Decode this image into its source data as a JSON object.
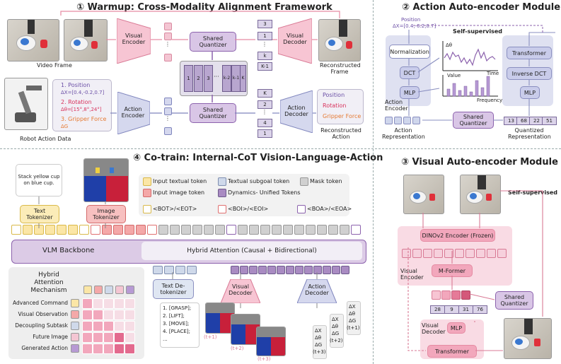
{
  "panel1": {
    "title": "① Warmup: Cross-Modality Alignment Framework",
    "video_frame": "Video Frame",
    "visual_encoder": "Visual Encoder",
    "shared_quantizer_top": "Shared Quantizer",
    "visual_decoder": "Visual Decoder",
    "reconstructed_frame": "Reconstructed Frame",
    "codes_top": [
      "3",
      "1",
      "k",
      "K-1"
    ],
    "codebook": [
      "1",
      "2",
      "3",
      "k-2",
      "k-1",
      "K"
    ],
    "robot_action_data": "Robot Action Data",
    "position_label": "1. Position",
    "position_value": "ΔX=[0.4,-0.2,0.7]",
    "rotation_label": "2. Rotation",
    "rotation_value": "Δθ=[15°,8°,24°]",
    "gripper_label": "3. Gripper Force",
    "gripper_value": "ΔG",
    "action_encoder": "Action Encoder",
    "shared_quantizer_bottom": "Shared Quantizer",
    "codes_bottom": [
      "K",
      "2",
      "4",
      "1"
    ],
    "action_decoder": "Action Decoder",
    "out_position": "Position",
    "out_rotation": "Rotation",
    "out_gripper": "Gripper Force",
    "reconstructed_action": "Reconstructed Action"
  },
  "panel2": {
    "title": "② Action Auto-encoder Module",
    "position": "Position",
    "position_value": "ΔX=[0.4,-0.2,0.7]",
    "self_supervised": "Self-supervised",
    "normalization": "Normalization",
    "dct": "DCT",
    "mlp_left": "MLP",
    "action_encoder": "Action Encoder",
    "plot1_y": "Δθ",
    "plot1_x": "Time",
    "plot2_y": "Value",
    "plot2_x": "Frequency",
    "transformer": "Transformer",
    "inverse_dct": "Inverse DCT",
    "mlp_right": "MLP",
    "shared_quantizer": "Shared Quantizer",
    "action_representation": "Action Representation",
    "codes": [
      "13",
      "68",
      "22",
      "51"
    ],
    "quantized_representation": "Quantized Representation"
  },
  "panel3": {
    "title": "③ Visual Auto-encoder Module",
    "self_supervised": "Self-supervised",
    "dinov2": "DINOv2 Encoder (Frozen)",
    "mformer": "M-Former",
    "visual_encoder": "Visual Encoder",
    "shared_quantizer": "Shared Quantizer",
    "codes": [
      "28",
      "9",
      "31",
      "76"
    ],
    "visual_decoder": "Visual Decoder",
    "mlp": "MLP",
    "transformer": "Transformer"
  },
  "panel4": {
    "title": "④ Co-train: Internal-CoT Vision-Language-Action",
    "instruction": "Stack yellow cup on blue cup.",
    "text_tokenizer": "Text Tokenizer",
    "image_tokenizer": "Image Tokenizer",
    "legend": [
      {
        "label": "Input textual token",
        "color": "#fbe6a6"
      },
      {
        "label": "Textual subgoal token",
        "color": "#cfd9ea"
      },
      {
        "label": "Mask token",
        "color": "#d0d0d0"
      },
      {
        "label": "Input image token",
        "color": "#f4a8a8"
      },
      {
        "label": "Dynamics- Unified Tokens",
        "color": "#a98bc2"
      }
    ],
    "legend_bot": "<BOT>/<EOT>",
    "legend_boi": "<BOI>/<EOI>",
    "legend_boa": "<BOA>/<EOA>",
    "vlm_backbone": "VLM Backbone",
    "hybrid_attention": "Hybrid Attention (Causal + Bidirectional)",
    "mechanism_title": "Hybrid Attention Mechanism",
    "mechanism_rows": [
      "Advanced Command",
      "Visual Observation",
      "Decoupling Subtask",
      "Future Image",
      "Generated Action"
    ],
    "text_detokenizer": "Text De-tokenizer",
    "subtasks": [
      "1. [GRASP];",
      "2. [LIFT];",
      "3. [MOVE];",
      "4. [PLACE];",
      "..."
    ],
    "visual_decoder": "Visual Decoder",
    "action_decoder": "Action Decoder",
    "t1": "(t+1)",
    "t2": "(t+2)",
    "t3": "(t+3)",
    "act_t1": "(t+1)",
    "act_t2": "(t+2)",
    "act_t3": "(t+3)",
    "delta_x": "ΔX",
    "delta_theta": "Δθ",
    "delta_g": "ΔG"
  }
}
